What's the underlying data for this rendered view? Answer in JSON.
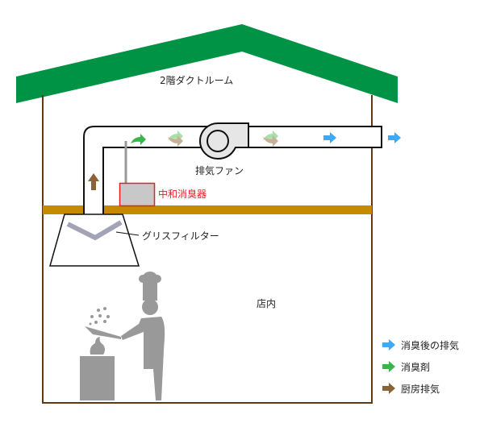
{
  "labels": {
    "duct_room": "2階ダクトルーム",
    "exhaust_fan": "排気ファン",
    "neutralizer": "中和消臭器",
    "grease_filter": "グリスフィルター",
    "store_interior": "店内"
  },
  "legend": [
    {
      "label": "消臭後の排気",
      "color": "#3fa9f5"
    },
    {
      "label": "消臭剤",
      "color": "#39b54a"
    },
    {
      "label": "厨房排気",
      "color": "#8c6239"
    }
  ],
  "colors": {
    "roof": "#009245",
    "wall": "#603813",
    "floor_beam": "#c68a00",
    "neutralizer_border": "#ed1c24",
    "figure": "#999999"
  }
}
